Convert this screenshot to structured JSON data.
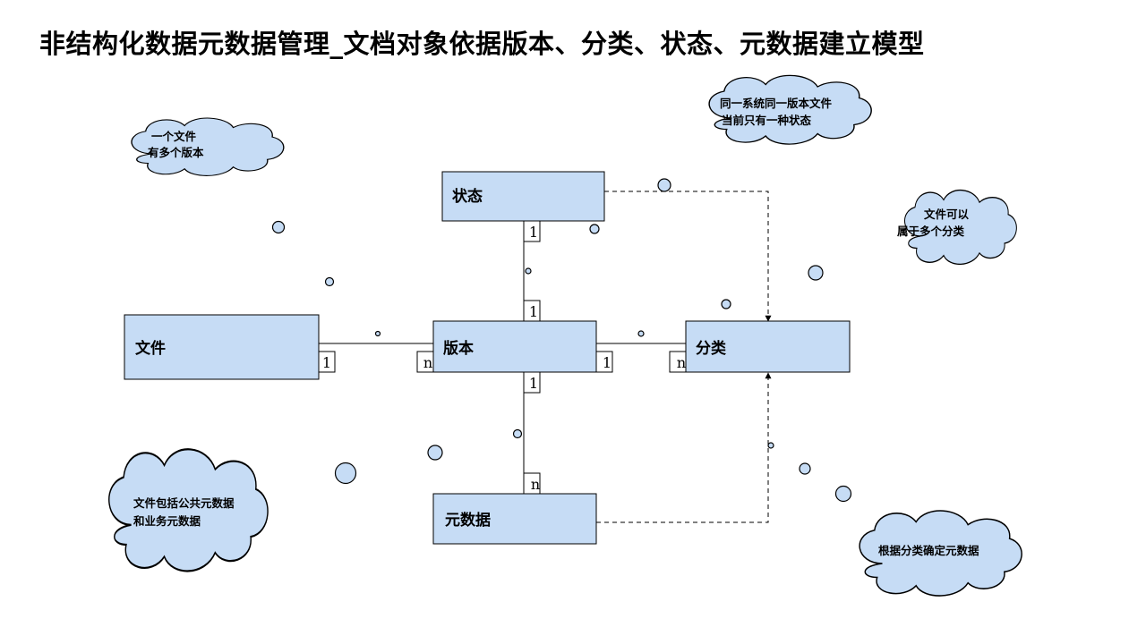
{
  "title": "非结构化数据元数据管理_文档对象依据版本、分类、状态、元数据建立模型",
  "colors": {
    "entity_fill": "#c6dcf5",
    "cloud_fill": "#c6dcf5",
    "stroke": "#000000"
  },
  "entities": {
    "status": "状态",
    "file": "文件",
    "version": "版本",
    "category": "分类",
    "metadata": "元数据"
  },
  "cardinalities": {
    "file_side": "1",
    "version_file_side": "n",
    "version_category_side": "1",
    "category_side": "n",
    "status_bottom": "1",
    "version_status_side": "1",
    "version_metadata_side": "1",
    "metadata_top": "n"
  },
  "clouds": {
    "versions": {
      "line1": "一个文件",
      "line2": "有多个版本"
    },
    "state": {
      "line1": "同一系统同一版本文件",
      "line2": "当前只有一种状态"
    },
    "category": {
      "line1": "文件可以",
      "line2": "属于多个分类"
    },
    "metadata": {
      "line1": "文件包括公共元数据",
      "line2": "和业务元数据"
    },
    "derive": {
      "line1": "根据分类确定元数据"
    }
  }
}
